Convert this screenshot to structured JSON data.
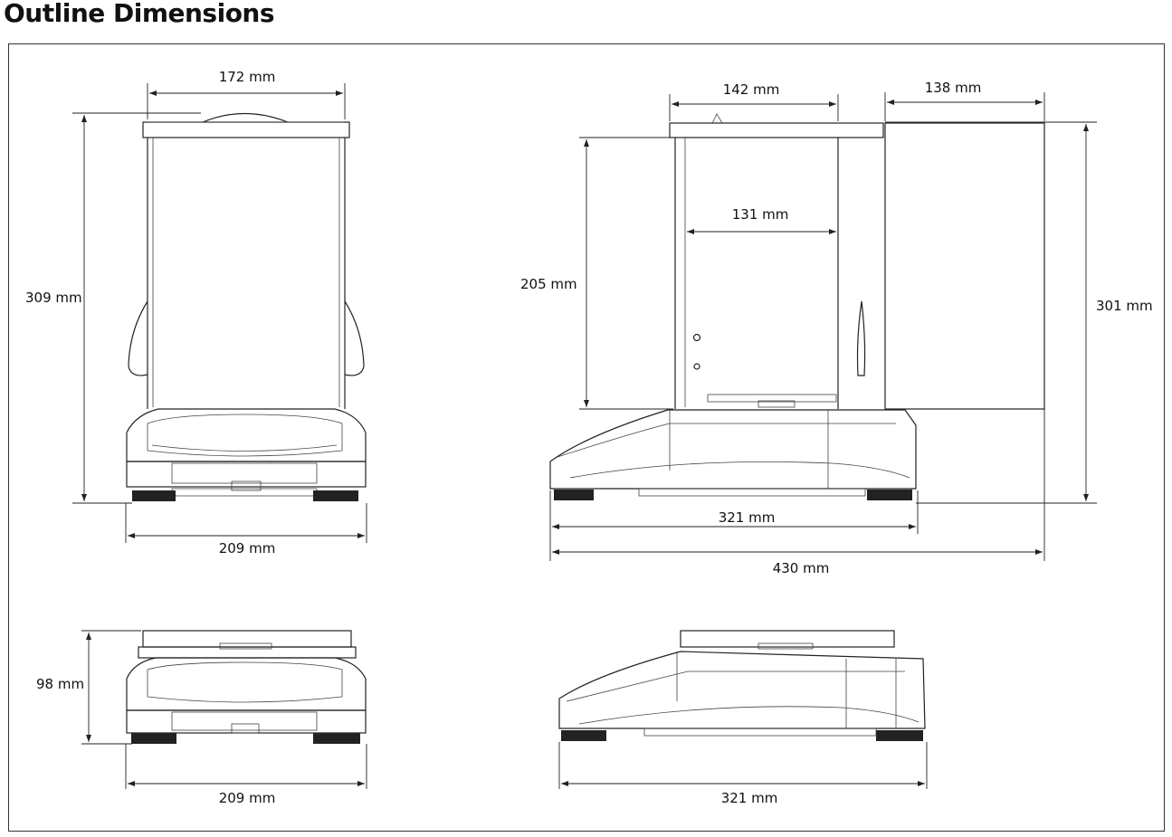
{
  "title": "Outline Dimensions",
  "dimensions": {
    "front_top_width": "172 mm",
    "front_height": "309 mm",
    "front_base_width": "209 mm",
    "side_top_width": "142 mm",
    "side_rear_width": "138 mm",
    "side_chamber_width": "131 mm",
    "side_chamber_height": "205 mm",
    "side_total_height": "301 mm",
    "side_base_depth": "321 mm",
    "side_total_depth": "430 mm",
    "small_front_height": "98 mm",
    "small_front_width": "209 mm",
    "small_side_depth": "321 mm"
  }
}
